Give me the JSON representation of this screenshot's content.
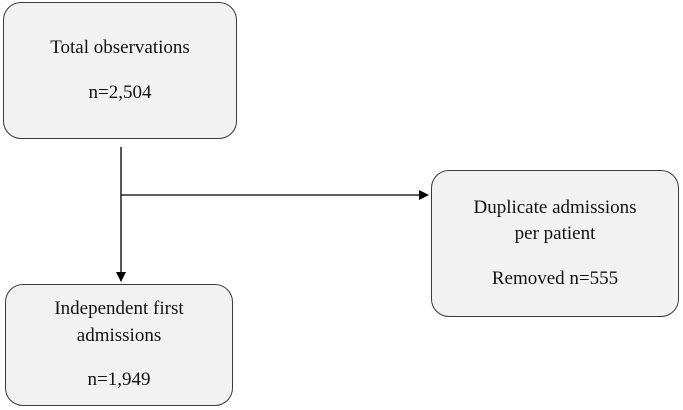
{
  "nodes": {
    "total": {
      "title": "Total observations",
      "count": "n=2,504"
    },
    "independent": {
      "title_line1": "Independent first",
      "title_line2": "admissions",
      "count": "n=1,949"
    },
    "duplicate": {
      "title_line1": "Duplicate admissions",
      "title_line2": "per patient",
      "count": "Removed n=555"
    }
  },
  "edges": [
    {
      "from": "total",
      "to": "independent"
    },
    {
      "from": "total",
      "to": "duplicate"
    }
  ],
  "colors": {
    "box_fill": "#f2f2f2",
    "box_border": "#3a3a3a",
    "line": "#000000",
    "text": "#111111"
  }
}
